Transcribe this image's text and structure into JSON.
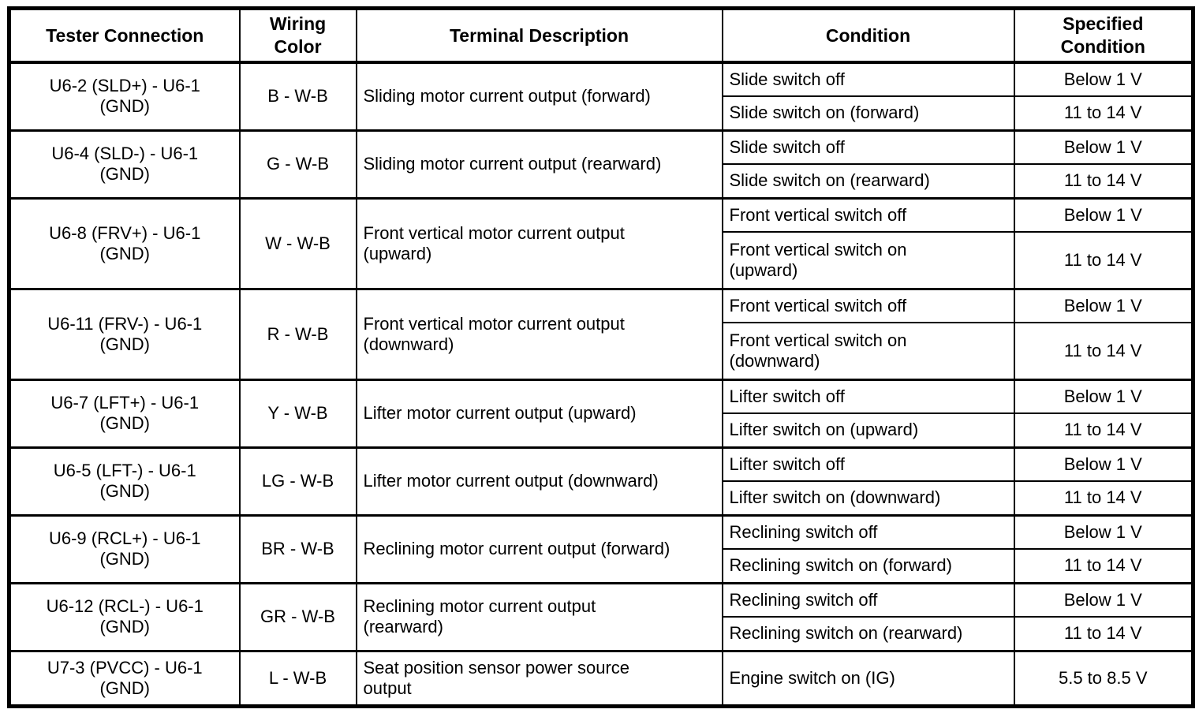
{
  "colors": {
    "border": "#000000",
    "background": "#ffffff",
    "text": "#000000"
  },
  "table": {
    "headers": {
      "tester": "Tester Connection",
      "wiring": "Wiring\nColor",
      "description": "Terminal Description",
      "condition": "Condition",
      "specified": "Specified\nCondition"
    },
    "rows": [
      {
        "tester": "U6-2 (SLD+) - U6-1\n(GND)",
        "wiring": "B - W-B",
        "description": "Sliding motor current output (forward)",
        "conditions": [
          {
            "condition": "Slide switch off",
            "specified": "Below 1 V"
          },
          {
            "condition": "Slide switch on (forward)",
            "specified": "11 to 14 V"
          }
        ]
      },
      {
        "tester": "U6-4 (SLD-) - U6-1\n(GND)",
        "wiring": "G - W-B",
        "description": "Sliding motor current output (rearward)",
        "conditions": [
          {
            "condition": "Slide switch off",
            "specified": "Below 1 V"
          },
          {
            "condition": "Slide switch on (rearward)",
            "specified": "11 to 14 V"
          }
        ]
      },
      {
        "tester": "U6-8 (FRV+) - U6-1\n(GND)",
        "wiring": "W - W-B",
        "description": "Front vertical motor current output\n(upward)",
        "conditions": [
          {
            "condition": "Front vertical switch off",
            "specified": "Below 1 V"
          },
          {
            "condition": "Front vertical switch on\n(upward)",
            "specified": "11 to 14 V"
          }
        ]
      },
      {
        "tester": "U6-11 (FRV-) - U6-1\n(GND)",
        "wiring": "R - W-B",
        "description": "Front vertical motor current output\n(downward)",
        "conditions": [
          {
            "condition": "Front vertical switch off",
            "specified": "Below 1 V"
          },
          {
            "condition": "Front vertical switch on\n(downward)",
            "specified": "11 to 14 V"
          }
        ]
      },
      {
        "tester": "U6-7 (LFT+) - U6-1\n(GND)",
        "wiring": "Y - W-B",
        "description": "Lifter motor current output (upward)",
        "conditions": [
          {
            "condition": "Lifter switch off",
            "specified": "Below 1 V"
          },
          {
            "condition": "Lifter switch on (upward)",
            "specified": "11 to 14 V"
          }
        ]
      },
      {
        "tester": "U6-5 (LFT-) - U6-1\n(GND)",
        "wiring": "LG - W-B",
        "description": "Lifter motor current output (downward)",
        "conditions": [
          {
            "condition": "Lifter switch off",
            "specified": "Below 1 V"
          },
          {
            "condition": "Lifter switch on (downward)",
            "specified": "11 to 14 V"
          }
        ]
      },
      {
        "tester": "U6-9 (RCL+) - U6-1\n(GND)",
        "wiring": "BR - W-B",
        "description": "Reclining motor current output (forward)",
        "conditions": [
          {
            "condition": "Reclining switch off",
            "specified": "Below 1 V"
          },
          {
            "condition": "Reclining switch on (forward)",
            "specified": "11 to 14 V"
          }
        ]
      },
      {
        "tester": "U6-12 (RCL-) - U6-1\n(GND)",
        "wiring": "GR - W-B",
        "description": "Reclining motor current output\n(rearward)",
        "conditions": [
          {
            "condition": "Reclining switch off",
            "specified": "Below 1 V"
          },
          {
            "condition": "Reclining switch on (rearward)",
            "specified": "11 to 14 V"
          }
        ]
      },
      {
        "tester": "U7-3 (PVCC) - U6-1\n(GND)",
        "wiring": "L - W-B",
        "description": "Seat position sensor power source\noutput",
        "conditions": [
          {
            "condition": "Engine switch on (IG)",
            "specified": "5.5 to 8.5 V"
          }
        ]
      }
    ]
  }
}
